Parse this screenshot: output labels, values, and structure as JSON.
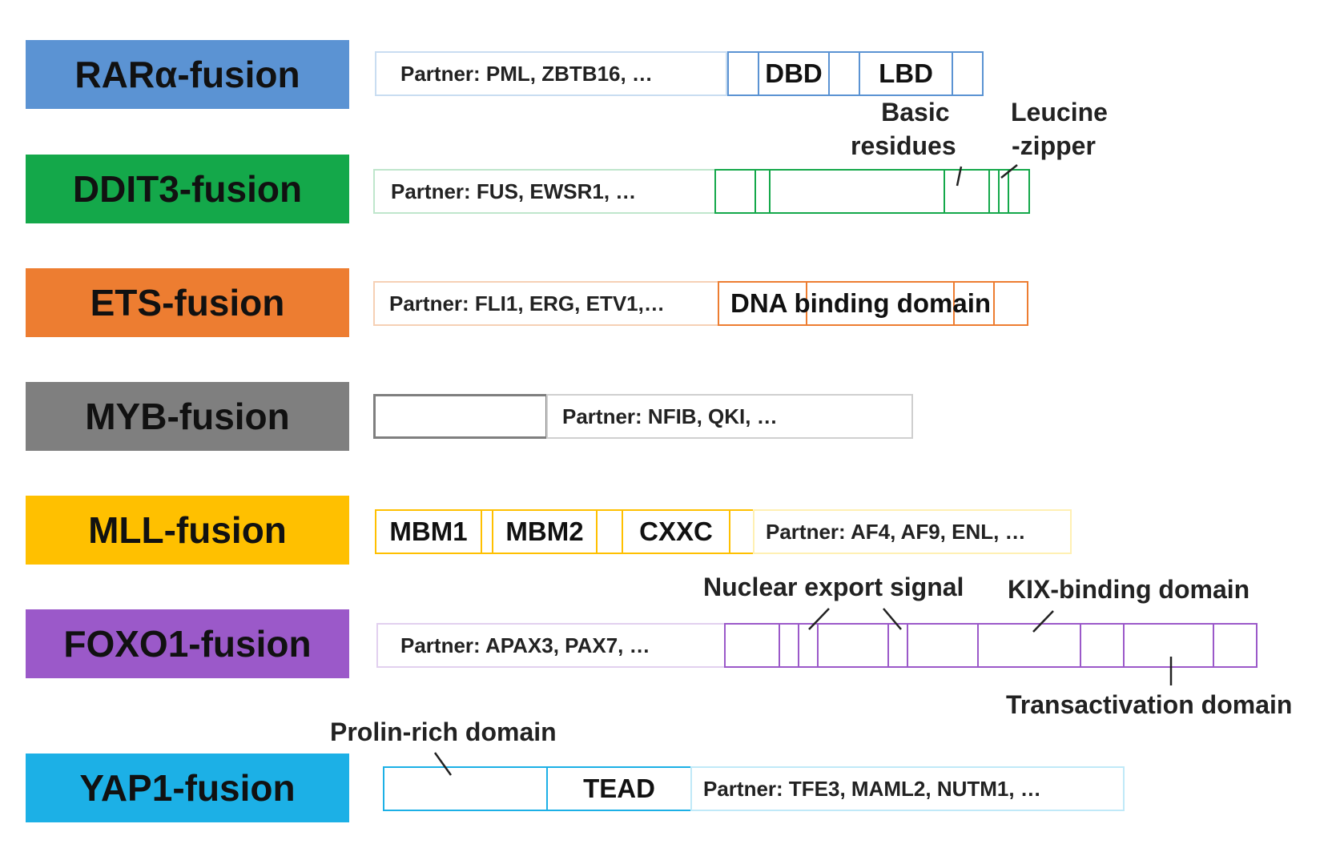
{
  "colors": {
    "rara": "#5b93d3",
    "ddit3": "#14a84a",
    "ets": "#ed7d31",
    "myb": "#7f7f7f",
    "mll": "#ffc000",
    "foxo1": "#9b59c9",
    "yap1": "#1cb0e6"
  },
  "fusions": [
    {
      "name": "RARα-fusion",
      "partner": "Partner:  PML, ZBTB16, …",
      "domains": [
        "DBD",
        "LBD"
      ]
    },
    {
      "name": "DDIT3-fusion",
      "partner": "Partner: FUS, EWSR1, …",
      "annotations": [
        "Basic residues",
        "Leucine -zipper"
      ]
    },
    {
      "name": "ETS-fusion",
      "partner": "Partner: FLI1, ERG, ETV1,…",
      "domains": [
        "DNA binding domain"
      ]
    },
    {
      "name": "MYB-fusion",
      "partner": "Partner: NFIB, QKI, …"
    },
    {
      "name": "MLL-fusion",
      "partner": "Partner: AF4, AF9, ENL, …",
      "domains": [
        "MBM1",
        "MBM2",
        "CXXC"
      ]
    },
    {
      "name": "FOXO1-fusion",
      "partner": "Partner: APAX3,  PAX7, …",
      "annotations": [
        "Nuclear export signal",
        "KIX-binding domain",
        "Transactivation domain"
      ]
    },
    {
      "name": "YAP1-fusion",
      "partner": "Partner: TFE3, MAML2,  NUTM1, …",
      "domains": [
        "TEAD"
      ],
      "annotations": [
        "Prolin-rich domain"
      ]
    }
  ],
  "annotation_lines": {
    "basic": "Basic",
    "residues": "residues",
    "leucine": "Leucine",
    "zipper": "-zipper"
  }
}
